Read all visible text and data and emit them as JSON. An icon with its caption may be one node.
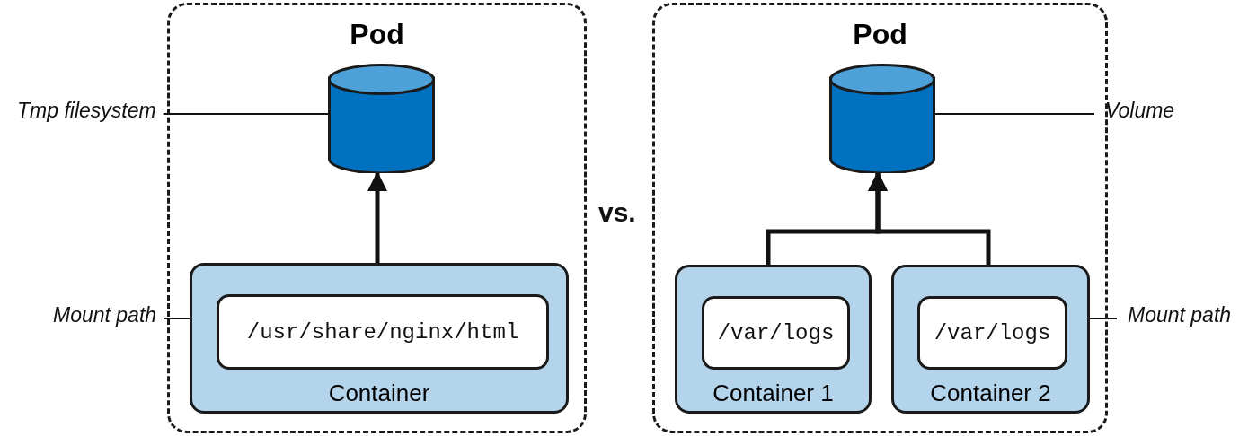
{
  "diagram": {
    "nodes": [
      {
        "text": [
          "Pod"
        ]
      },
      {
        "text": [],
        "shape": "cylinder",
        "in": 0
      },
      {
        "text": [
          "Container"
        ],
        "in": 0
      },
      {
        "text": [
          "/usr/share/nginx/html"
        ],
        "in": 2
      },
      {
        "text": [
          "Tmp filesystem"
        ]
      },
      {
        "text": [
          "Mount path"
        ]
      },
      {
        "text": [
          "Pod"
        ]
      },
      {
        "text": [],
        "shape": "cylinder",
        "in": 6
      },
      {
        "text": [
          "Container 1"
        ],
        "in": 6
      },
      {
        "text": [
          "/var/logs"
        ],
        "in": 8
      },
      {
        "text": [
          "Container 2"
        ],
        "in": 6
      },
      {
        "text": [
          "/var/logs"
        ],
        "in": 10
      },
      {
        "text": [
          "Volume"
        ]
      },
      {
        "text": [
          "Mount path"
        ]
      }
    ],
    "edges": [
      {
        "from": 2,
        "to": 1,
        "arrow": "to",
        "style": "thick"
      },
      {
        "from": 8,
        "to": 7,
        "arrow": "to",
        "style": "thick"
      },
      {
        "from": 10,
        "to": 7,
        "arrow": "to",
        "style": "thick"
      },
      {
        "from": 4,
        "to": 1,
        "arrow": "none"
      },
      {
        "from": 5,
        "to": 3,
        "arrow": "none"
      },
      {
        "from": 12,
        "to": 7,
        "arrow": "none"
      },
      {
        "from": 13,
        "to": 11,
        "arrow": "none"
      }
    ],
    "labels": [
      "vs."
    ]
  }
}
